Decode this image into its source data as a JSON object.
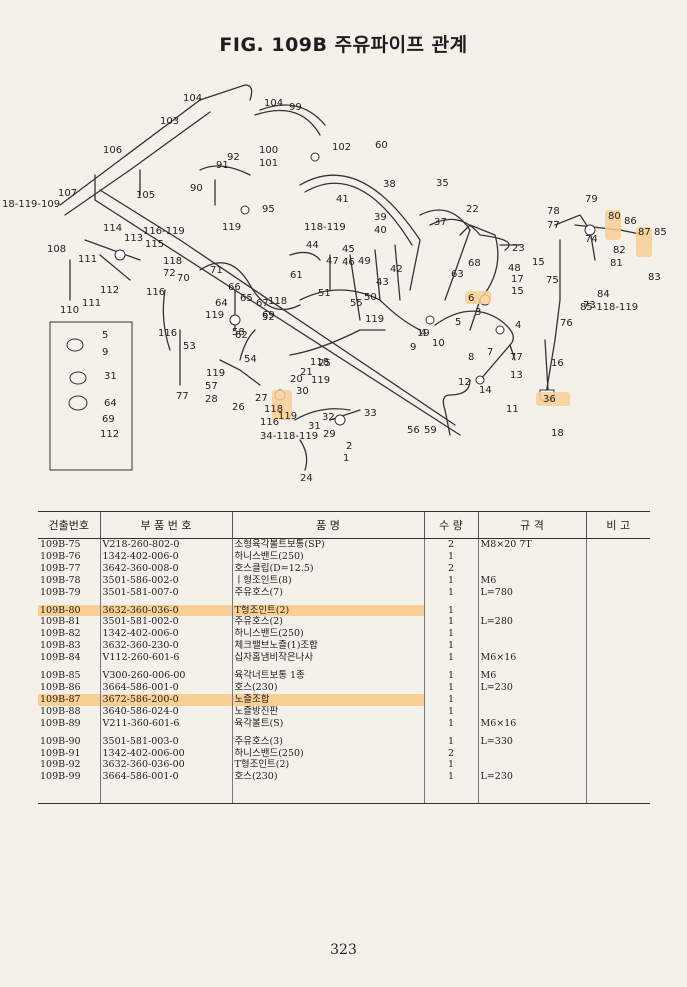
{
  "title": "FIG. 109B 주유파이프 관계",
  "page_number": "323",
  "highlight_color": "#f9cf96",
  "diagram_labels": [
    "104",
    "104",
    "99",
    "103",
    "106",
    "100",
    "102",
    "101",
    "92",
    "91",
    "60",
    "90",
    "105",
    "38",
    "35",
    "107",
    "18-119-109",
    "95",
    "41",
    "39",
    "40",
    "37",
    "22",
    "114",
    "113",
    "116-119",
    "115",
    "119",
    "118-119",
    "44",
    "47",
    "45",
    "46",
    "49",
    "43",
    "42",
    "23",
    "79",
    "78",
    "77",
    "80",
    "86",
    "87",
    "85",
    "74",
    "82",
    "81",
    "83",
    "108",
    "111",
    "118",
    "72",
    "70",
    "71",
    "61",
    "51",
    "55",
    "50",
    "48",
    "17",
    "15",
    "15",
    "75",
    "76",
    "73",
    "84",
    "85-118-119",
    "110",
    "111",
    "112",
    "116",
    "64",
    "66",
    "65",
    "67",
    "118",
    "69",
    "116",
    "119",
    "52",
    "62",
    "53",
    "58",
    "54",
    "118",
    "119",
    "57",
    "28",
    "26",
    "27",
    "118",
    "119",
    "30",
    "116",
    "34-118-119",
    "31",
    "32",
    "33",
    "29",
    "2",
    "1",
    "24",
    "56",
    "59",
    "119",
    "25",
    "21",
    "20",
    "119",
    "19",
    "10",
    "9",
    "5",
    "6",
    "7",
    "8",
    "77",
    "3",
    "4",
    "13",
    "12",
    "14",
    "11",
    "36",
    "18",
    "16",
    "63",
    "68",
    "4",
    "77",
    "5",
    "9",
    "31",
    "64",
    "69",
    "112"
  ],
  "table": {
    "headers": [
      "건출번호",
      "부 품 번 호",
      "품 명",
      "수 량",
      "규 격",
      "비 고"
    ],
    "rows": [
      {
        "no": "109B-75",
        "part": "V218-260-802-0",
        "name": "소형육각볼트보통(SP)",
        "qty": "2",
        "spec": "M8×20 7T",
        "note": ""
      },
      {
        "no": "109B-76",
        "part": "1342-402-006-0",
        "name": "하니스밴드(250)",
        "qty": "1",
        "spec": "",
        "note": ""
      },
      {
        "no": "109B-77",
        "part": "3642-360-008-0",
        "name": "호스클립(D=12.5)",
        "qty": "2",
        "spec": "",
        "note": ""
      },
      {
        "no": "109B-78",
        "part": "3501-586-002-0",
        "name": "ㅣ형조인트(8)",
        "qty": "1",
        "spec": "M6",
        "note": ""
      },
      {
        "no": "109B-79",
        "part": "3501-581-007-0",
        "name": "주유호스(7)",
        "qty": "1",
        "spec": "L=780",
        "note": ""
      },
      {
        "no": "",
        "part": "",
        "name": "",
        "qty": "",
        "spec": "",
        "note": "",
        "gap": true
      },
      {
        "no": "109B-80",
        "part": "3632-360-036-0",
        "name": "T형조인트(2)",
        "qty": "1",
        "spec": "",
        "note": "",
        "highlight": true
      },
      {
        "no": "109B-81",
        "part": "3501-581-002-0",
        "name": "주유호스(2)",
        "qty": "1",
        "spec": "L=280",
        "note": ""
      },
      {
        "no": "109B-82",
        "part": "1342-402-006-0",
        "name": "하니스밴드(250)",
        "qty": "1",
        "spec": "",
        "note": ""
      },
      {
        "no": "109B-83",
        "part": "3632-360-230-0",
        "name": "체크밸브노즐(1)조합",
        "qty": "1",
        "spec": "",
        "note": ""
      },
      {
        "no": "109B-84",
        "part": "V112-260-601-6",
        "name": "십자홈냄비작은나사",
        "qty": "1",
        "spec": "M6×16",
        "note": ""
      },
      {
        "no": "",
        "part": "",
        "name": "",
        "qty": "",
        "spec": "",
        "note": "",
        "gap": true
      },
      {
        "no": "109B-85",
        "part": "V300-260-006-00",
        "name": "육각너트보통 1종",
        "qty": "1",
        "spec": "M6",
        "note": ""
      },
      {
        "no": "109B-86",
        "part": "3664-586-001-0",
        "name": "호스(230)",
        "qty": "1",
        "spec": "L=230",
        "note": ""
      },
      {
        "no": "109B-87",
        "part": "3672-586-200-0",
        "name": "노즐조합",
        "qty": "1",
        "spec": "",
        "note": "",
        "highlight": true
      },
      {
        "no": "109B-88",
        "part": "3640-586-024-0",
        "name": "노즐방진판",
        "qty": "1",
        "spec": "",
        "note": ""
      },
      {
        "no": "109B-89",
        "part": "V211-360-601-6",
        "name": "육각볼트(S)",
        "qty": "1",
        "spec": "M6×16",
        "note": ""
      },
      {
        "no": "",
        "part": "",
        "name": "",
        "qty": "",
        "spec": "",
        "note": "",
        "gap": true
      },
      {
        "no": "109B-90",
        "part": "3501-581-003-0",
        "name": "주유호스(3)",
        "qty": "1",
        "spec": "L=330",
        "note": ""
      },
      {
        "no": "109B-91",
        "part": "1342-402-006-00",
        "name": "하니스밴드(250)",
        "qty": "2",
        "spec": "",
        "note": ""
      },
      {
        "no": "109B-92",
        "part": "3632-360-036-00",
        "name": "T형조인트(2)",
        "qty": "1",
        "spec": "",
        "note": ""
      },
      {
        "no": "109B-99",
        "part": "3664-586-001-0",
        "name": "호스(230)",
        "qty": "1",
        "spec": "L=230",
        "note": ""
      }
    ]
  }
}
